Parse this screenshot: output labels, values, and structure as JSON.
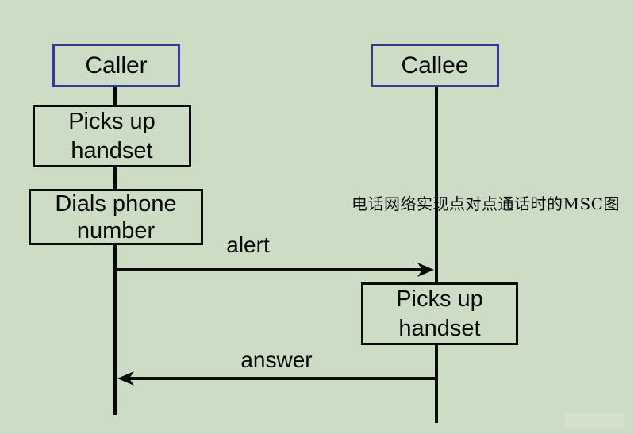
{
  "caption": {
    "text": "电话网络实现点对点通话时的MSC图"
  },
  "actors": {
    "caller": {
      "label": "Caller"
    },
    "callee": {
      "label": "Callee"
    }
  },
  "actions": {
    "caller_pickup": {
      "label": "Picks up handset"
    },
    "caller_dial": {
      "label": "Dials phone number"
    },
    "callee_pickup": {
      "label": "Picks up handset"
    }
  },
  "messages": {
    "alert": {
      "label": "alert",
      "from": "Caller",
      "to": "Callee"
    },
    "answer": {
      "label": "answer",
      "from": "Callee",
      "to": "Caller"
    }
  },
  "colors": {
    "background": "#cdddc5",
    "actor_border": "#333c8e",
    "line_color": "#0a0a0a"
  }
}
